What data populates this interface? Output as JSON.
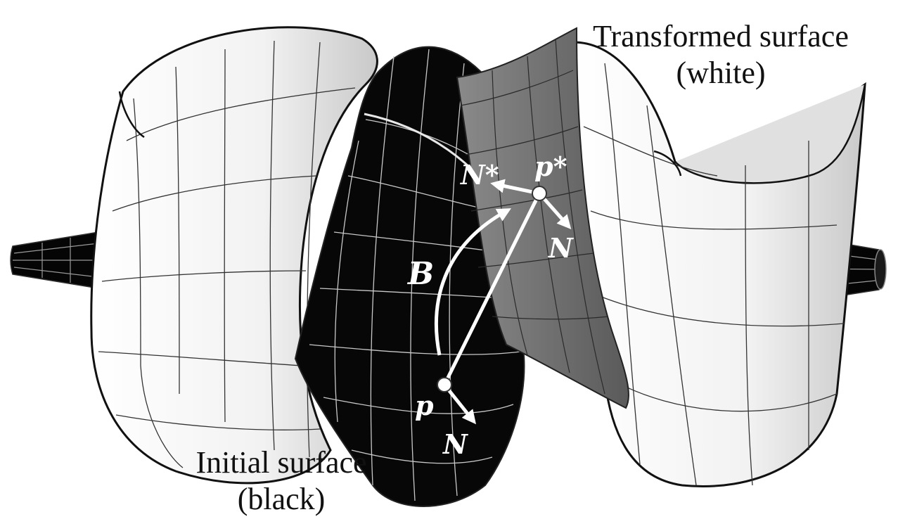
{
  "captions": {
    "transformed_line1": "Transformed surface",
    "transformed_line2": "(white)",
    "initial_line1": "Initial surface",
    "initial_line2": "(black)"
  },
  "symbols": {
    "point_initial": "p",
    "point_transformed": "p*",
    "normal_initial": "N",
    "normal_transformed_before": "N",
    "normal_transformed_after": "N*",
    "transform": "B"
  },
  "colors": {
    "initial_surface": "#0a0a0a",
    "transformed_surface": "#f4f4f4",
    "overlap_surface": "#7a7a7a",
    "annotation": "#ffffff"
  }
}
